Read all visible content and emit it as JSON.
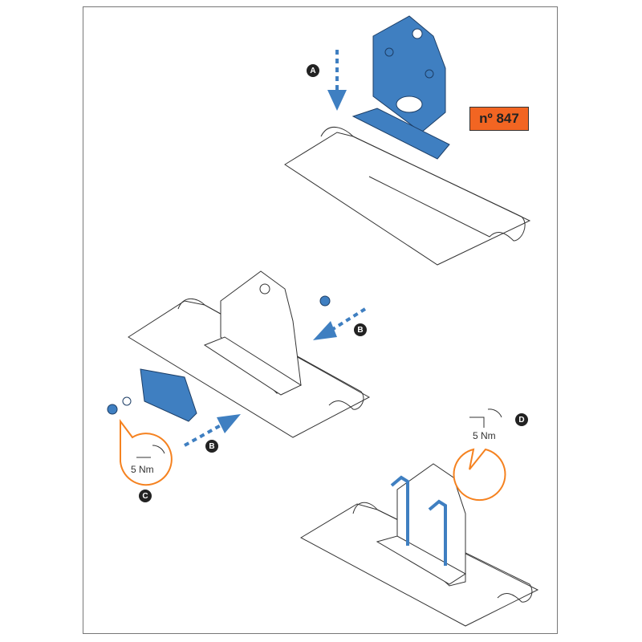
{
  "part_number": "nº 847",
  "steps": {
    "a": "A",
    "b1": "B",
    "b2": "B",
    "c": "C",
    "d": "D"
  },
  "torque_c": "5 Nm",
  "torque_d": "5 Nm",
  "colors": {
    "accent_blue": "#3f7fc1",
    "badge_orange": "#f26522",
    "callout_orange": "#f58220"
  }
}
